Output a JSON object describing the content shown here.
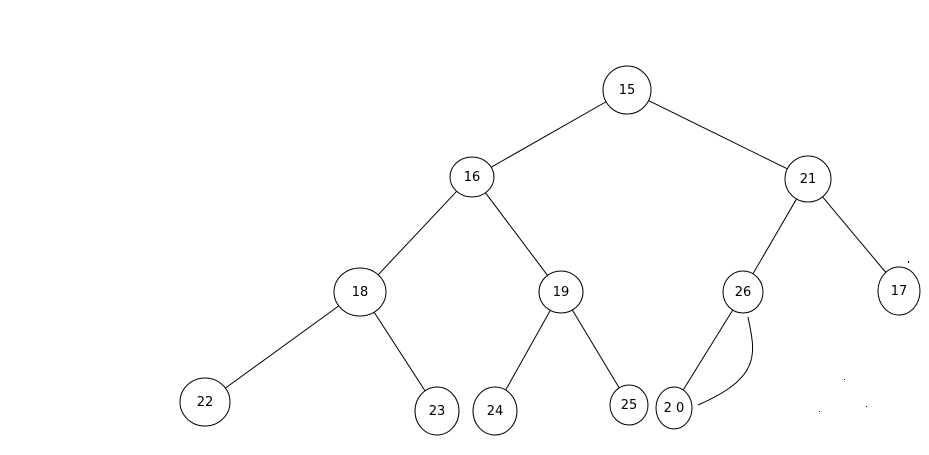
{
  "diagram": {
    "type": "binary-tree",
    "nodes": [
      {
        "id": "15",
        "label": "15"
      },
      {
        "id": "16",
        "label": "16"
      },
      {
        "id": "21",
        "label": "21"
      },
      {
        "id": "18",
        "label": "18"
      },
      {
        "id": "19",
        "label": "19"
      },
      {
        "id": "26",
        "label": "26"
      },
      {
        "id": "17",
        "label": "17"
      },
      {
        "id": "22",
        "label": "22"
      },
      {
        "id": "23",
        "label": "23"
      },
      {
        "id": "24",
        "label": "24"
      },
      {
        "id": "25",
        "label": "25"
      },
      {
        "id": "20",
        "label": "2 0"
      }
    ],
    "edges": [
      [
        "15",
        "16"
      ],
      [
        "15",
        "21"
      ],
      [
        "16",
        "18"
      ],
      [
        "16",
        "19"
      ],
      [
        "21",
        "26"
      ],
      [
        "21",
        "17"
      ],
      [
        "18",
        "22"
      ],
      [
        "18",
        "23"
      ],
      [
        "19",
        "24"
      ],
      [
        "19",
        "25"
      ],
      [
        "26",
        "20"
      ],
      [
        "26",
        "20"
      ]
    ]
  }
}
